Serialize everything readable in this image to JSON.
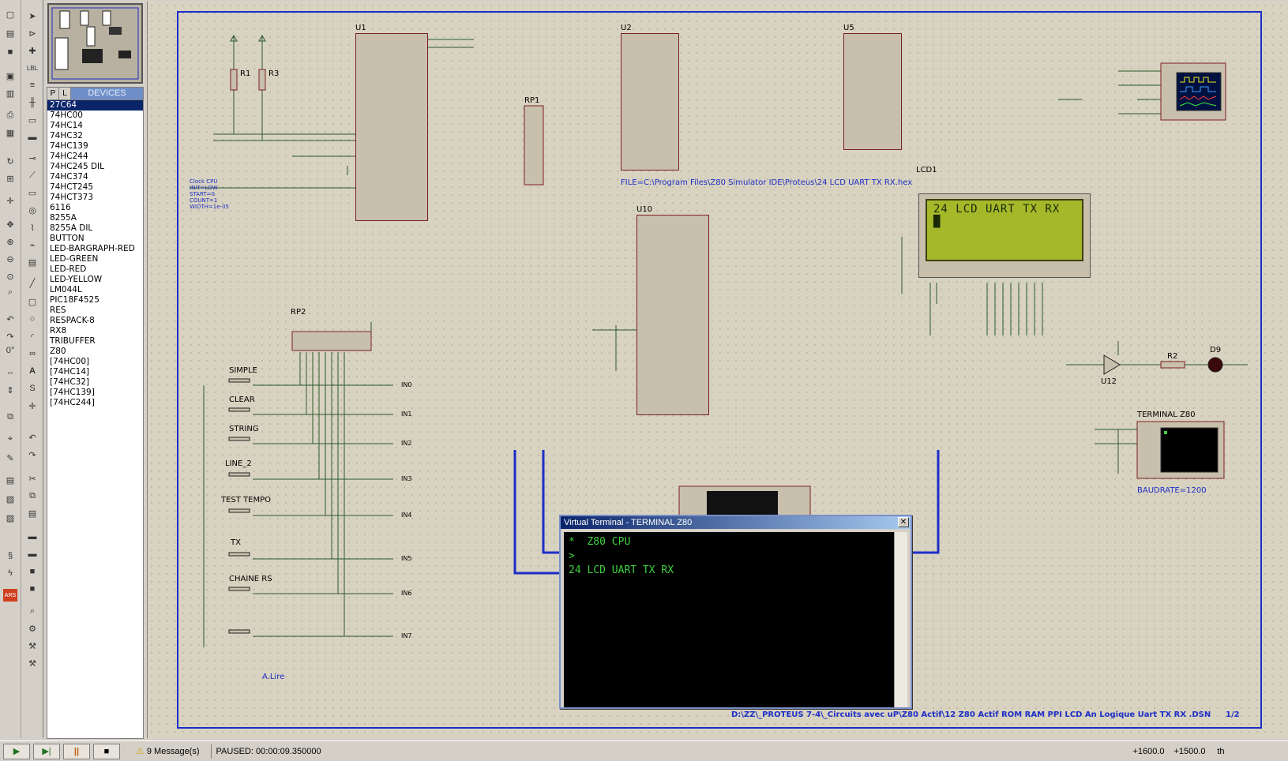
{
  "devices": {
    "tabs": [
      "P",
      "L"
    ],
    "title": "DEVICES",
    "items": [
      "27C64",
      "74HC00",
      "74HC14",
      "74HC32",
      "74HC139",
      "74HC244",
      "74HC245 DIL",
      "74HC374",
      "74HCT245",
      "74HCT373",
      "6116",
      "8255A",
      "8255A DIL",
      "BUTTON",
      "LED-BARGRAPH-RED",
      "LED-GREEN",
      "LED-RED",
      "LED-YELLOW",
      "LM044L",
      "PIC18F4525",
      "RES",
      "RESPACK-8",
      "RX8",
      "TRIBUFFER",
      "Z80",
      "[74HC00]",
      "[74HC14]",
      "[74HC32]",
      "[74HC139]",
      "[74HC244]"
    ],
    "selected_index": 0
  },
  "rotation": "0°",
  "schematic": {
    "file_label": "FILE=C:\\Program Files\\Z80 Simulator IDE\\Proteus\\24 LCD UART TX RX.hex",
    "path": "D:\\ZZ\\_PROTEUS 7-4\\_Circuits avec uP\\Z80 Actif\\12 Z80 Actif ROM RAM PPI LCD An Logique Uart TX RX .DSN",
    "sheet": "1/2",
    "a_lire": "A.Lire",
    "baudrate": "BAUDRATE=1200",
    "terminal_label": "TERMINAL Z80",
    "lcd_label": "LCD1",
    "lcd_line1": "24 LCD UART TX RX",
    "lcd_line2": "█",
    "chips": {
      "u1": "U1",
      "u2": "U2",
      "u5": "U5",
      "u10": "U10",
      "rp1": "RP1",
      "rp2": "RP2",
      "r1": "R1",
      "r3": "R3",
      "r2": "R2",
      "d9": "D9",
      "u12": "U12"
    },
    "buttons": [
      "SIMPLE",
      "CLEAR",
      "STRING",
      "LINE_2",
      "TEST TEMPO",
      "TX",
      "CHAINE RS",
      ""
    ],
    "inputs": [
      "IN0",
      "IN1",
      "IN2",
      "IN3",
      "IN4",
      "IN5",
      "IN6",
      "IN7"
    ],
    "clock_labels": [
      "Clock CPU",
      "INIT=LOW",
      "START=0",
      "COUNT=1",
      "WIDTH=1e-05"
    ]
  },
  "virtual_terminal": {
    "title": "Virtual Terminal - TERMINAL Z80",
    "lines": [
      "*  Z80 CPU",
      ">",
      "24 LCD UART TX RX"
    ]
  },
  "status": {
    "messages": "9 Message(s)",
    "paused": "PAUSED: 00:00:09.350000",
    "x": "+1600.0",
    "y": "+1500.0",
    "unit": "th"
  },
  "colors": {
    "sheet_border": "#1c2ec6",
    "wire": "#2a5a2a",
    "terminal_text": "#3fcf3f",
    "lcd_bg": "#a4b82a"
  }
}
